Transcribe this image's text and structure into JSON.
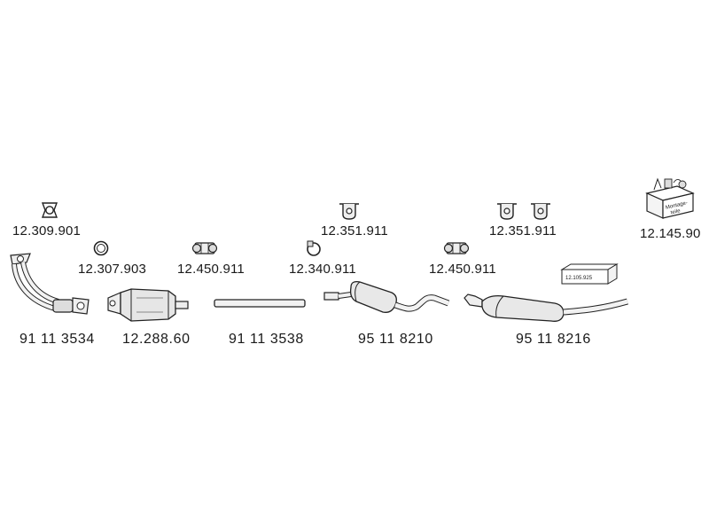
{
  "parts": {
    "flange_gasket": "12.309.901",
    "ring_gasket": "12.307.903",
    "clamp_1": "12.450.911",
    "clamp_2": "12.450.911",
    "clamp_small": "12.340.911",
    "hanger_1": "12.351.911",
    "hanger_2": "12.351.911",
    "mounting_kit": "12.145.90",
    "front_pipe": "91 11 3534",
    "catalytic_converter": "12.288.60",
    "middle_pipe": "91 11 3538",
    "middle_silencer": "95 11 8210",
    "rear_silencer": "95 11 8216",
    "mounting_kit_box_label": "12.105.925",
    "mounting_kit_box_text_1": "Montage-",
    "mounting_kit_box_text_2": "teile"
  }
}
